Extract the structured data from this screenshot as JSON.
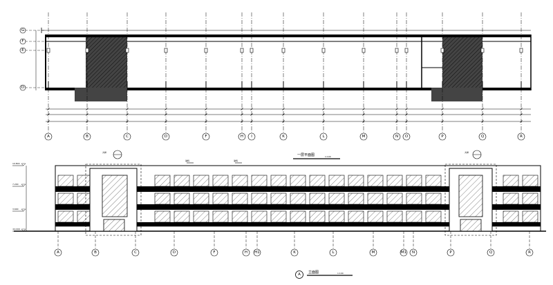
{
  "plan": {
    "axis_labels": [
      "A",
      "B",
      "C",
      "D",
      "F",
      "H",
      "I",
      "K",
      "L",
      "M",
      "N",
      "O",
      "P",
      "Q",
      "R"
    ],
    "left_axis_labels": [
      "G",
      "F",
      "E",
      "D"
    ],
    "caption": "一层平面图",
    "scale": "1:100"
  },
  "elevation": {
    "axis_labels": [
      "A",
      "B",
      "C",
      "D",
      "F",
      "H",
      "H1",
      "K",
      "L",
      "M",
      "M1",
      "N",
      "P",
      "Q",
      "R"
    ],
    "title_mark": "A",
    "caption": "立面图",
    "scale": "1:100",
    "level_labels": [
      "10.800",
      "7.200",
      "3.600",
      "±0.000"
    ],
    "callout_labels": [
      "大样",
      "大样"
    ],
    "note_labels": [
      "涂料",
      "涂料"
    ]
  },
  "colors": {
    "line": "#000000",
    "hatch": "#000000",
    "paper": "#ffffff"
  }
}
